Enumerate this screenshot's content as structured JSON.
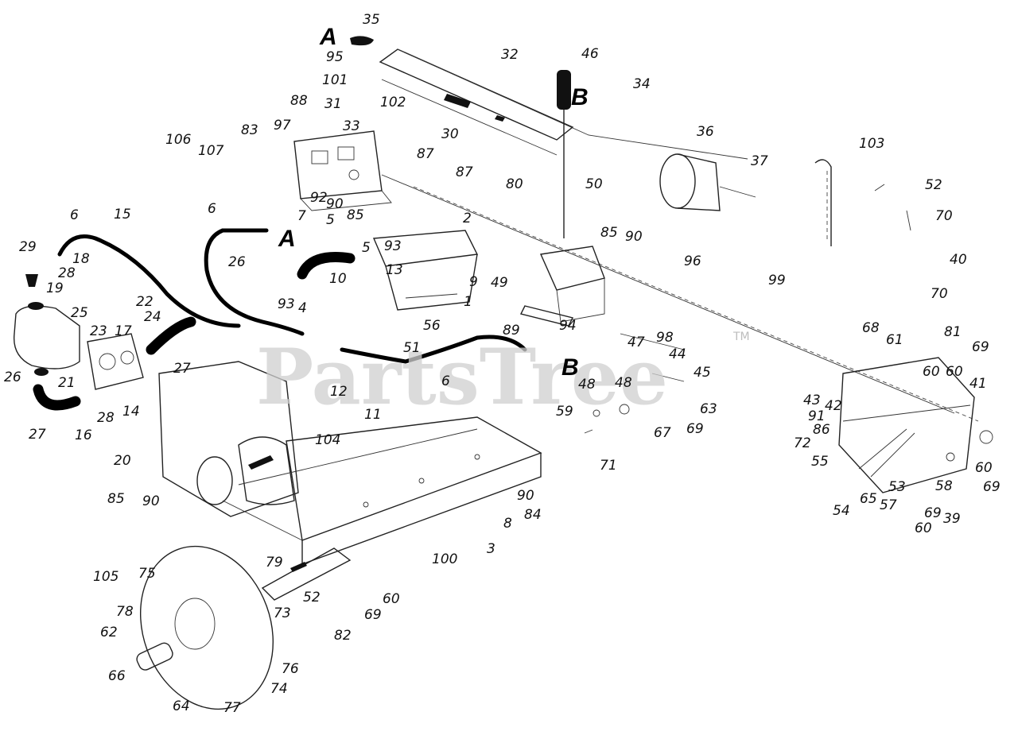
{
  "watermark": {
    "text": "PartsTree",
    "trademark": "TM"
  },
  "connectors": [
    {
      "id": "A-top",
      "letter": "A"
    },
    {
      "id": "B-top",
      "letter": "B"
    },
    {
      "id": "A-mid",
      "letter": "A"
    },
    {
      "id": "B-mid",
      "letter": "B"
    }
  ],
  "callouts": [
    "35",
    "95",
    "101",
    "32",
    "46",
    "34",
    "88",
    "31",
    "102",
    "33",
    "30",
    "97",
    "83",
    "106",
    "107",
    "87",
    "87",
    "80",
    "50",
    "36",
    "37",
    "103",
    "52",
    "70",
    "92",
    "90",
    "7",
    "5",
    "85",
    "2",
    "85",
    "90",
    "96",
    "40",
    "6",
    "15",
    "6",
    "29",
    "18",
    "28",
    "26",
    "5",
    "93",
    "13",
    "10",
    "9",
    "49",
    "99",
    "70",
    "19",
    "25",
    "22",
    "24",
    "93",
    "4",
    "1",
    "56",
    "89",
    "94",
    "68",
    "61",
    "81",
    "69",
    "23",
    "17",
    "51",
    "47",
    "98",
    "44",
    "26",
    "21",
    "27",
    "12",
    "11",
    "6",
    "48",
    "48",
    "45",
    "60",
    "60",
    "41",
    "27",
    "16",
    "28",
    "14",
    "59",
    "63",
    "67",
    "69",
    "43",
    "42",
    "91",
    "86",
    "72",
    "55",
    "20",
    "104",
    "71",
    "60",
    "53",
    "58",
    "69",
    "85",
    "90",
    "90",
    "84",
    "8",
    "65",
    "57",
    "54",
    "69",
    "39",
    "60",
    "3",
    "100",
    "79",
    "105",
    "75",
    "60",
    "52",
    "69",
    "78",
    "73",
    "62",
    "82",
    "76",
    "66",
    "74",
    "64",
    "77"
  ]
}
